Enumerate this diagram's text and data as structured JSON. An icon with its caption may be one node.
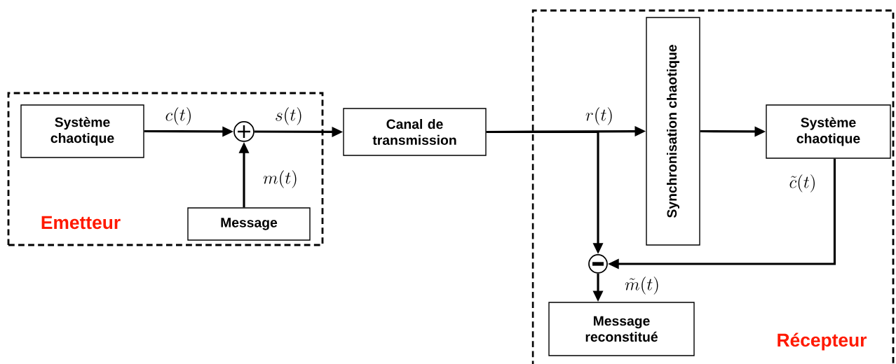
{
  "diagram": {
    "nodes": [
      {
        "text": [
          "Emetteur"
        ]
      },
      {
        "text": [
          "Système chaotique"
        ],
        "in": 0
      },
      {
        "text": [],
        "shape": "circle",
        "in": 0
      },
      {
        "text": [
          "Message"
        ],
        "in": 0
      },
      {
        "text": [
          "Canal de transmission"
        ]
      },
      {
        "text": [
          "Récepteur"
        ]
      },
      {
        "text": [
          "Synchronisation chaotique"
        ],
        "in": 5
      },
      {
        "text": [
          "Système chaotique"
        ],
        "in": 5
      },
      {
        "text": [],
        "shape": "circle",
        "in": 5
      },
      {
        "text": [
          "Message reconstitué"
        ],
        "in": 5
      }
    ],
    "edges": [
      {
        "from": 1,
        "to": 2,
        "arrow": "to",
        "label": "c(t)"
      },
      {
        "from": 3,
        "to": 2,
        "arrow": "to",
        "label": "m(t)"
      },
      {
        "from": 2,
        "to": 4,
        "arrow": "to",
        "label": "s(t)"
      },
      {
        "from": 4,
        "to": 6,
        "arrow": "to",
        "label": "r(t)"
      },
      {
        "from": 4,
        "to": 8,
        "arrow": "to"
      },
      {
        "from": 6,
        "to": 7,
        "arrow": "to"
      },
      {
        "from": 7,
        "to": 8,
        "arrow": "to",
        "label": "\\tilde{c}(t)"
      },
      {
        "from": 8,
        "to": 9,
        "arrow": "to",
        "label": "\\tilde{m}(t)"
      }
    ]
  }
}
